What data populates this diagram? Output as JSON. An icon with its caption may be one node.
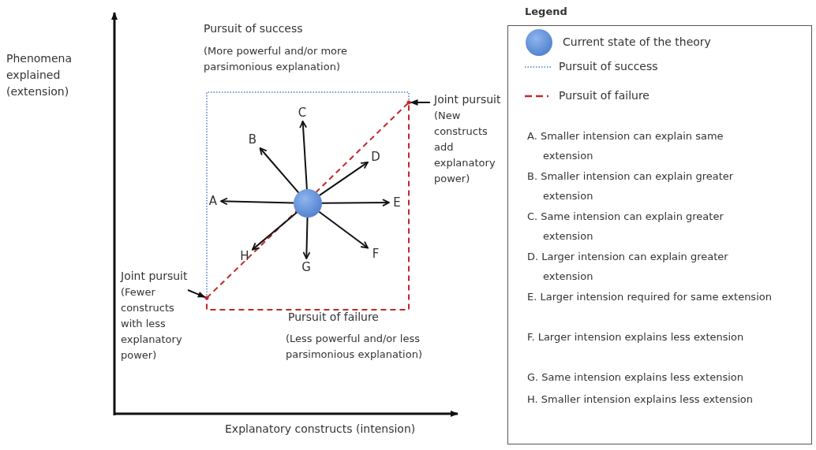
{
  "diagram": {
    "nodes": [
      {
        "text": [],
        "shape": "circle"
      },
      {
        "text": [
          "A"
        ]
      },
      {
        "text": [
          "B"
        ]
      },
      {
        "text": [
          "C"
        ]
      },
      {
        "text": [
          "D"
        ]
      },
      {
        "text": [
          "E"
        ]
      },
      {
        "text": [
          "F"
        ]
      },
      {
        "text": [
          "G"
        ]
      },
      {
        "text": [
          "H"
        ]
      },
      {
        "text": [
          "Joint pursuit",
          "(New constructs add explanatory power)"
        ]
      },
      {
        "text": [
          "Joint pursuit",
          "(Fewer constructs with less explanatory power)"
        ]
      },
      {
        "text": [],
        "shape": "point"
      },
      {
        "text": [],
        "shape": "point"
      }
    ],
    "edges": [
      {
        "from": 0,
        "to": 1,
        "arrow": "to"
      },
      {
        "from": 0,
        "to": 2,
        "arrow": "to"
      },
      {
        "from": 0,
        "to": 3,
        "arrow": "to"
      },
      {
        "from": 0,
        "to": 4,
        "arrow": "to"
      },
      {
        "from": 0,
        "to": 5,
        "arrow": "to"
      },
      {
        "from": 0,
        "to": 6,
        "arrow": "to"
      },
      {
        "from": 0,
        "to": 7,
        "arrow": "to"
      },
      {
        "from": 0,
        "to": 8,
        "arrow": "to"
      },
      {
        "from": 9,
        "to": 11,
        "arrow": "to"
      },
      {
        "from": 10,
        "to": 12,
        "arrow": "to"
      }
    ],
    "labels": [
      "Phenomena explained (extension)",
      "Pursuit of success",
      "(More powerful and/or more parsimonious explanation)",
      "Pursuit of failure",
      "(Less powerful and/or less parsimonious explanation)",
      "Explanatory constructs (intension)",
      "Legend",
      "A. Smaller intension can explain same extension",
      "B. Smaller intension can explain greater extension",
      "C. Same intension can explain greater extension",
      "D. Larger intension can explain greater extension",
      "E. Larger intension required for same extension",
      "F. Larger intension explains less extension",
      "G. Same intension explains less extension",
      "H. Smaller intension explains less extension"
    ],
    "legend": [
      {
        "text": "Current state of the theory"
      },
      {
        "text": "Pursuit of success"
      },
      {
        "text": "Pursuit of failure"
      }
    ]
  }
}
